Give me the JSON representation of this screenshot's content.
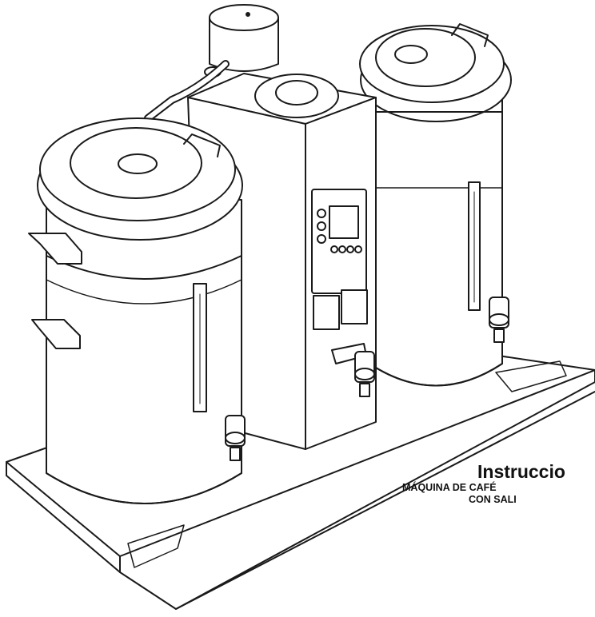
{
  "document": {
    "title": "Instruccio",
    "subtitle_line1": "MÁQUINA DE CAFÉ",
    "subtitle_line2": "CON SALI"
  },
  "illustration": {
    "subject": "coffee-machine-line-drawing",
    "stroke_color": "#1a1a1a",
    "fill_color": "#ffffff"
  }
}
